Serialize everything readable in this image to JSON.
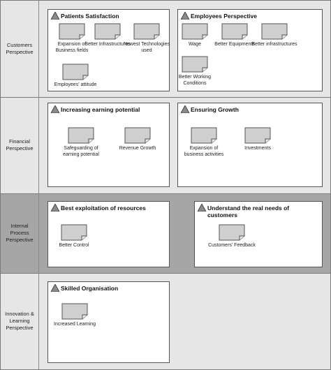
{
  "perspectives": [
    {
      "label": "Customers Perspective",
      "shade": "#e6e6e6"
    },
    {
      "label": "Financial Perspective",
      "shade": "#e6e6e6"
    },
    {
      "label": "Internal Process Perspective",
      "shade": "#a6a6a6"
    },
    {
      "label": "Innovation & Learning Perspective",
      "shade": "#e6e6e6"
    }
  ],
  "cards": {
    "patients": {
      "title": "Patients Satisfaction",
      "items": [
        "Expansion of Business fields",
        "Better Infrastructures",
        "Newest Technologies used",
        "Employees' attitude"
      ]
    },
    "employees": {
      "title": "Employees Perspective",
      "items": [
        "Wage",
        "Better Equipments",
        "Better infrastructures",
        "Better Working Conditions"
      ]
    },
    "earning": {
      "title": "Increasing earning potential",
      "items": [
        "Safeguarding of earning potential",
        "Revenue Growth"
      ]
    },
    "growth": {
      "title": "Ensuring Growth",
      "items": [
        "Expansion of business activities",
        "Investments"
      ]
    },
    "resources": {
      "title": "Best exploitation of resources",
      "items": [
        "Better Control"
      ]
    },
    "needs": {
      "title": "Understand the real needs of customers",
      "items": [
        "Customers' Feedback"
      ]
    },
    "skilled": {
      "title": "Skilled Organisation",
      "items": [
        "Increased Learning"
      ]
    }
  },
  "colors": {
    "doc_fill": "#cfcfcf",
    "doc_stroke": "#555555",
    "triangle": "#8a8a8a"
  },
  "icons": {
    "card": "triangle-icon",
    "item": "document-icon"
  }
}
